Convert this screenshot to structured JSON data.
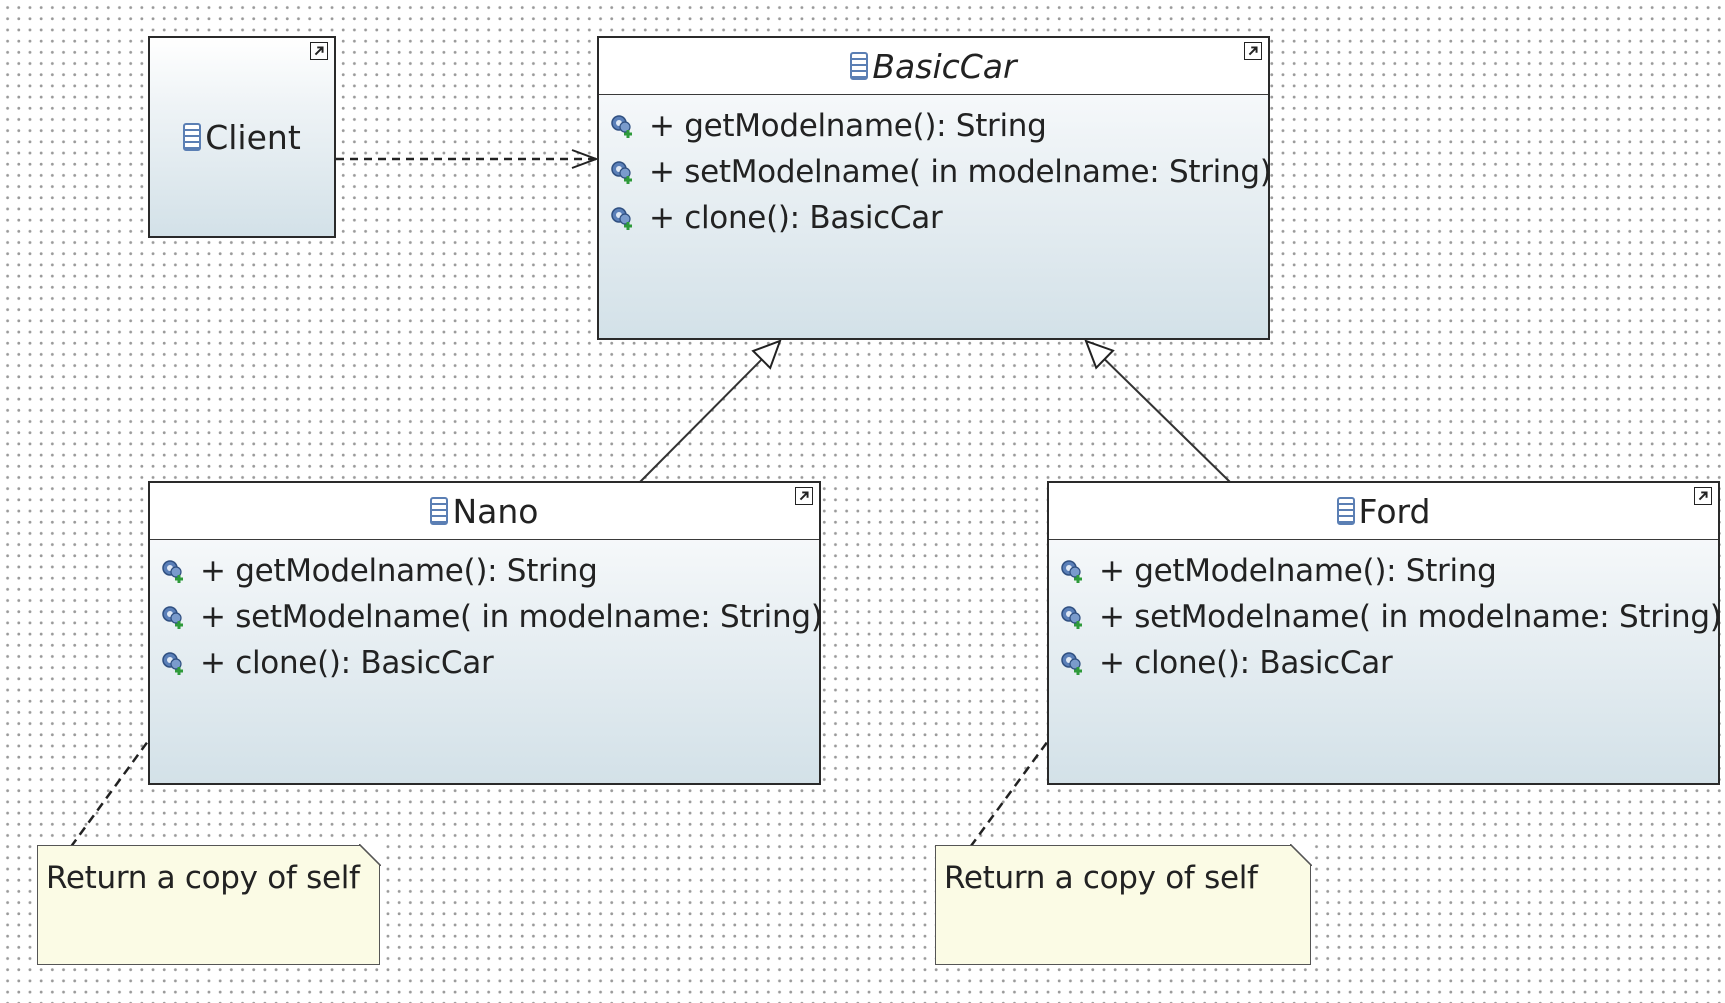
{
  "diagram": {
    "client": {
      "name": "Client"
    },
    "basic_car": {
      "name": "BasicCar",
      "methods": [
        "+ getModelname(): String",
        "+ setModelname(  in modelname: String)",
        "+ clone(): BasicCar"
      ]
    },
    "nano": {
      "name": "Nano",
      "methods": [
        "+ getModelname(): String",
        "+ setModelname(  in modelname: String)",
        "+ clone(): BasicCar"
      ]
    },
    "ford": {
      "name": "Ford",
      "methods": [
        "+ getModelname(): String",
        "+ setModelname(  in modelname: String)",
        "+ clone(): BasicCar"
      ]
    },
    "notes": {
      "nano_note": "Return a copy of self",
      "ford_note": "Return a copy of self"
    }
  },
  "icons": {
    "class": "class-icon",
    "method": "public-operation-icon",
    "shortcut": "shortcut-arrow-icon",
    "note_fold": "note-fold-corner"
  },
  "colors": {
    "class_icon": "#5b7fb4",
    "class_gradient_bottom": "#d3e1e8",
    "note_fill": "#fbfbe5",
    "operation_icon": "#3f5f94",
    "operation_plus": "#2e9a3a"
  }
}
